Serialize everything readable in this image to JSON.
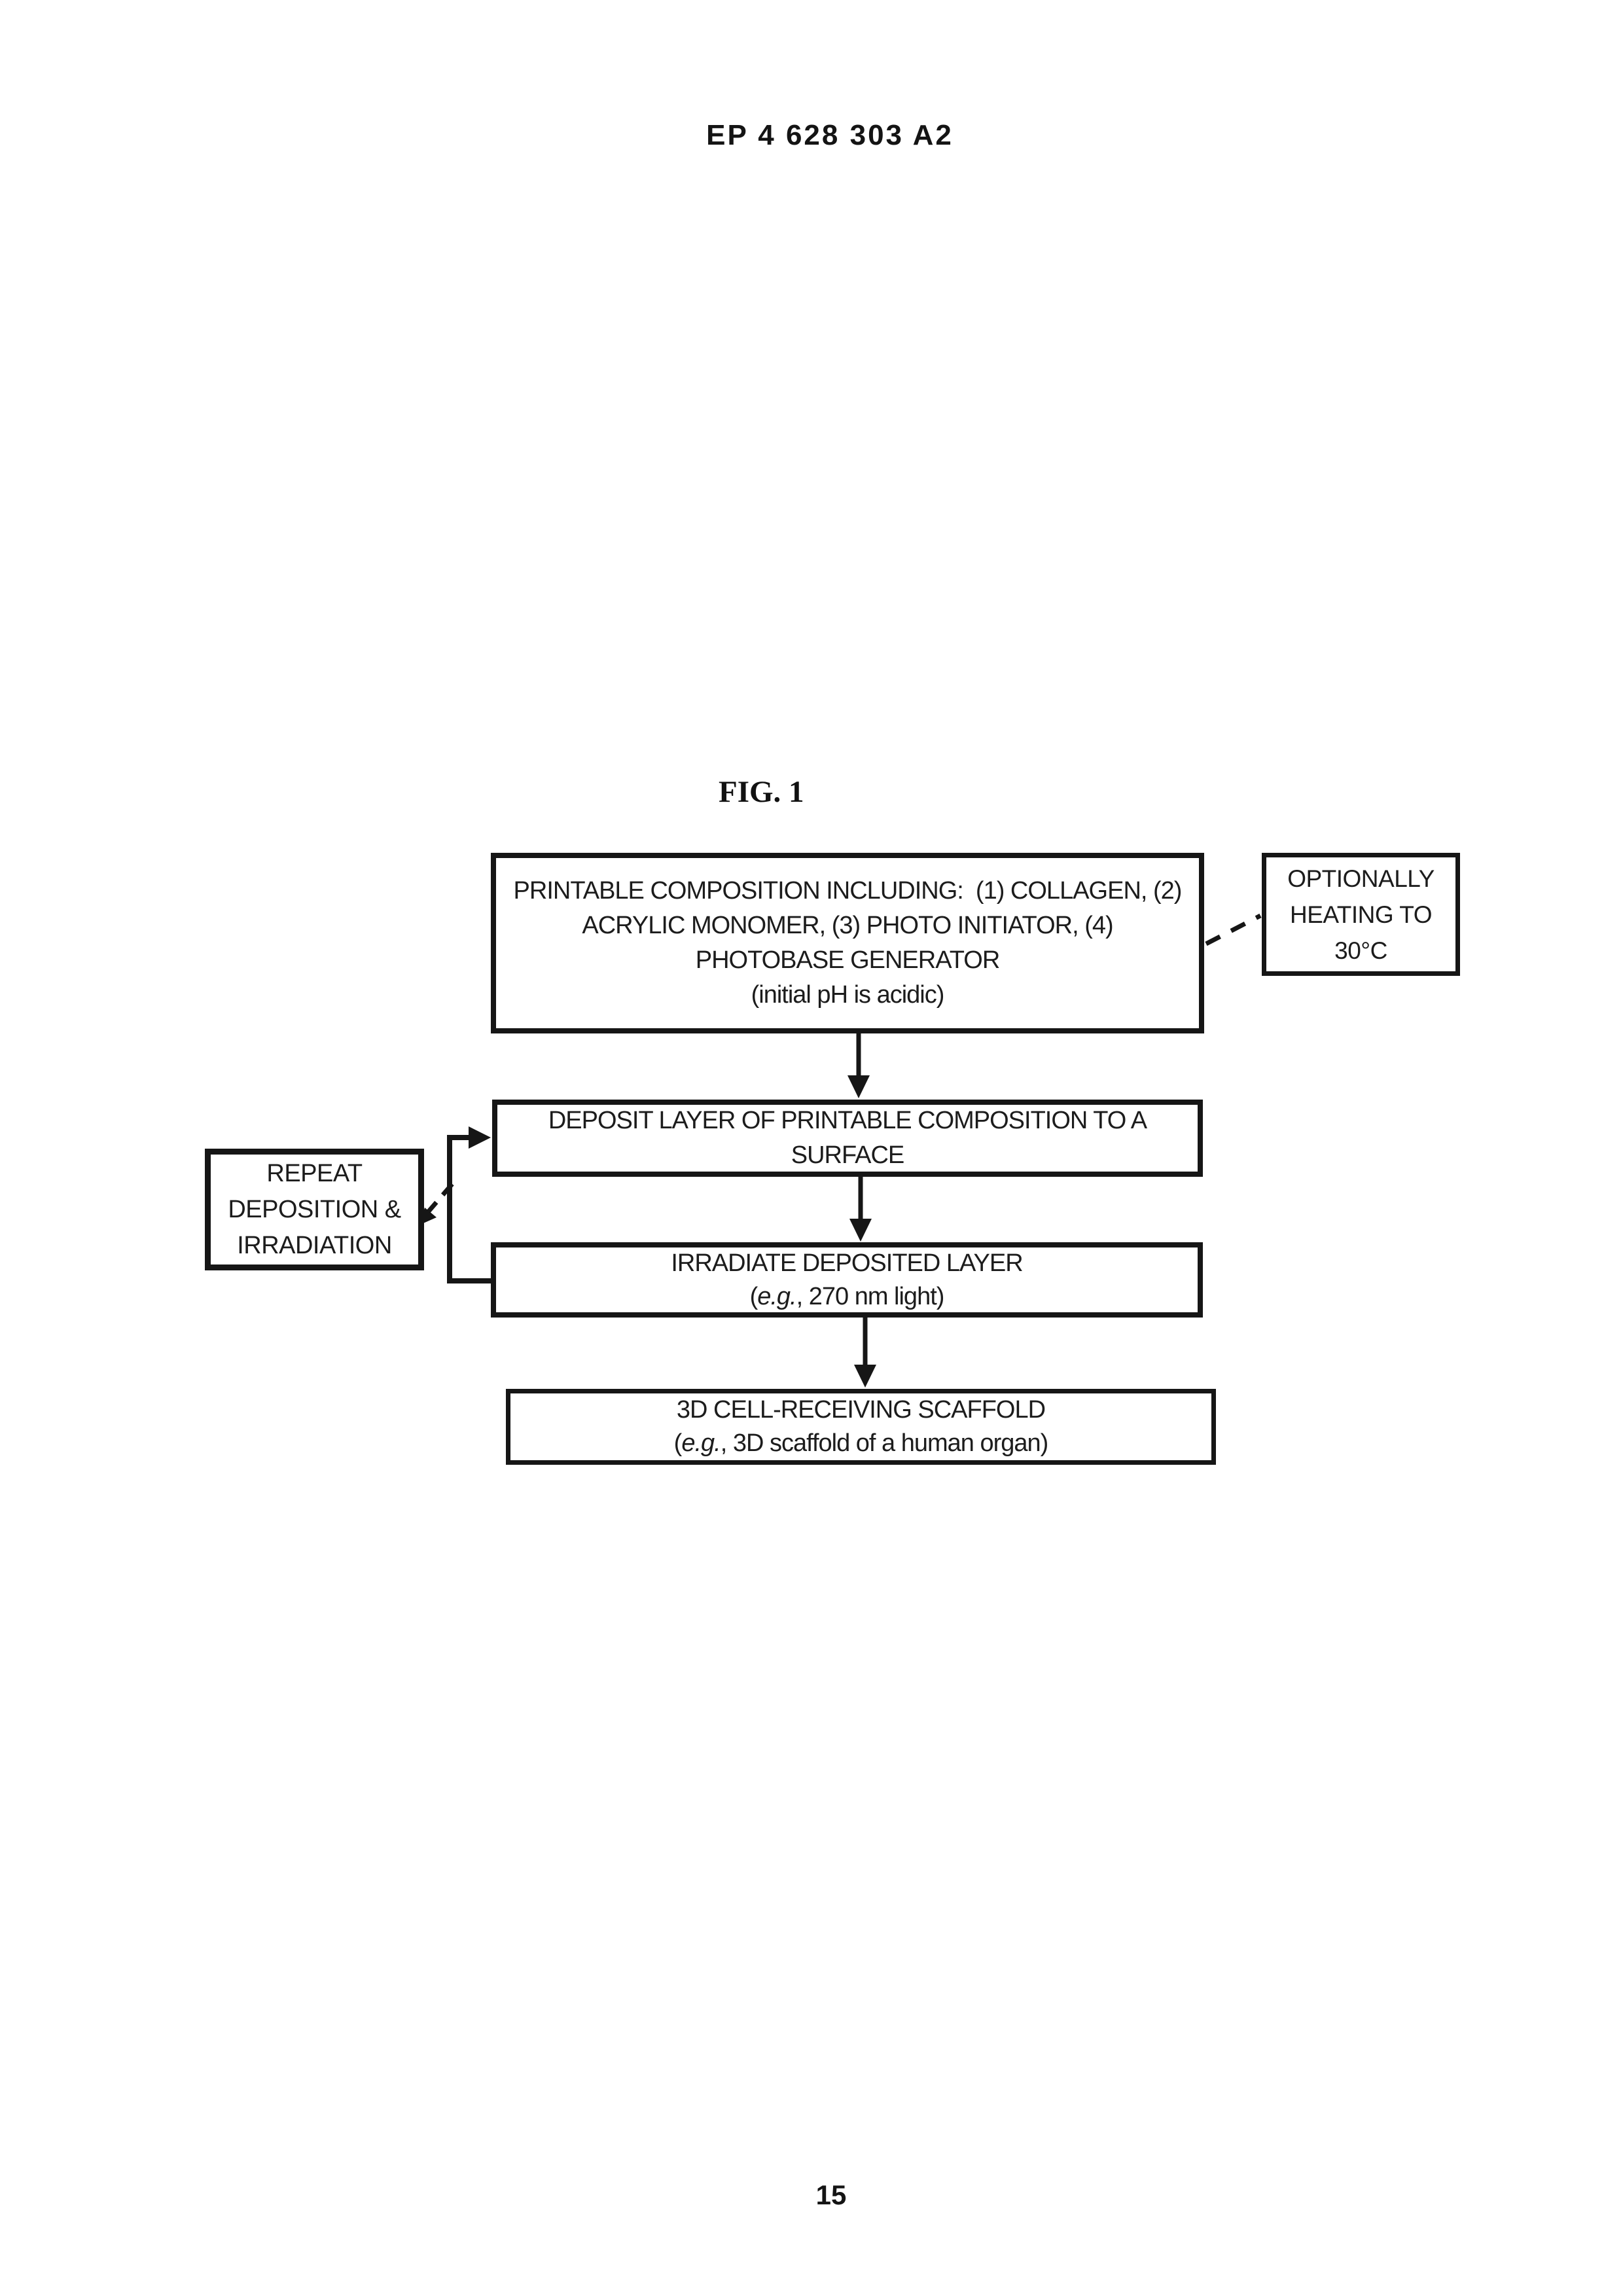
{
  "page": {
    "header": "EP 4 628 303 A2",
    "figure_label": "FIG. 1",
    "page_number": "15"
  },
  "flowchart": {
    "composition_box": {
      "lines": [
        "PRINTABLE COMPOSITION INCLUDING:  (1) COLLAGEN, (2)",
        "ACRYLIC MONOMER, (3) PHOTO INITIATOR, (4)",
        "PHOTOBASE GENERATOR",
        "(initial pH is acidic)"
      ]
    },
    "heating_box": {
      "lines": [
        "OPTIONALLY",
        "HEATING TO",
        "30°C"
      ]
    },
    "deposit_box": {
      "lines": [
        "DEPOSIT LAYER OF PRINTABLE COMPOSITION TO A",
        "SURFACE"
      ]
    },
    "repeat_box": {
      "lines": [
        "REPEAT",
        "DEPOSITION &",
        "IRRADIATION"
      ]
    },
    "irradiate_box": {
      "line1": "IRRADIATE DEPOSITED LAYER",
      "line2_open": "(",
      "line2_italic": "e.g.",
      "line2_rest": ", 270 nm light)"
    },
    "scaffold_box": {
      "line1": "3D CELL-RECEIVING SCAFFOLD",
      "line2_open": "(",
      "line2_italic": "e.g.",
      "line2_rest": ", 3D scaffold of a human organ)"
    }
  }
}
